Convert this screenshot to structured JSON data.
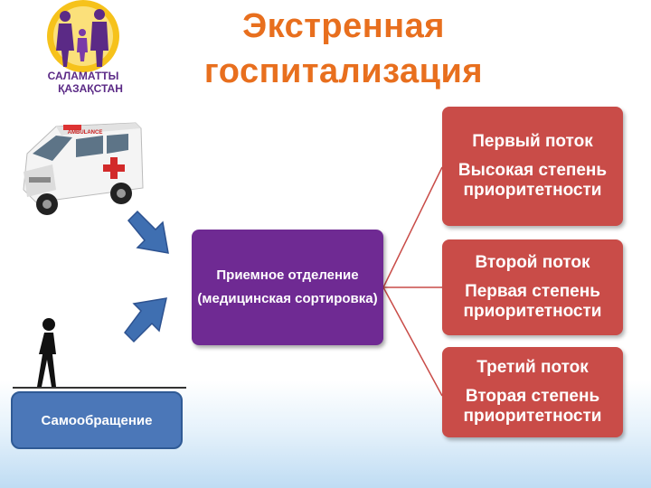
{
  "logo": {
    "line1": "САЛАМАТТЫ",
    "line2": "ҚАЗАҚСТАН"
  },
  "title": {
    "line1": "Экстренная",
    "line2": "госпитализация"
  },
  "ambulance": {
    "label": "AMBULANCE"
  },
  "self_referral": {
    "label": "Самообращение"
  },
  "reception": {
    "line1": "Приемное отделение",
    "line2": "(медицинская сортировка)"
  },
  "flows": [
    {
      "heading": "Первый поток",
      "description": "Высокая степень приоритетности"
    },
    {
      "heading": "Второй поток",
      "description": "Первая степень приоритетности"
    },
    {
      "heading": "Третий поток",
      "description": "Вторая степень приоритетности"
    }
  ],
  "colors": {
    "title": "#e86f1e",
    "reception_box": "#6f2a93",
    "flow_box": "#c94c48",
    "self_box": "#4b77b8",
    "arrow": "#3f6fb1"
  }
}
